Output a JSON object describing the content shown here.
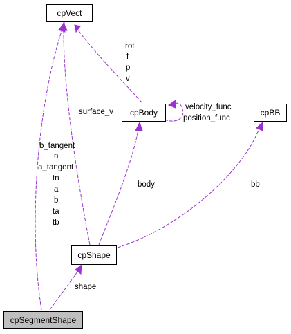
{
  "nodes": {
    "cpVect": "cpVect",
    "cpBody": "cpBody",
    "cpBB": "cpBB",
    "cpShape": "cpShape",
    "cpSegmentShape": "cpSegmentShape"
  },
  "edges": {
    "body_to_vect": [
      "rot",
      "f",
      "p",
      "v"
    ],
    "body_self": [
      "velocity_func",
      "position_func"
    ],
    "shape_to_vect": "surface_v",
    "shape_to_body": "body",
    "shape_to_bb": "bb",
    "segment_to_vect": [
      "b_tangent",
      "n",
      "a_tangent",
      "tn",
      "a",
      "b",
      "ta",
      "tb"
    ],
    "segment_to_shape": "shape"
  },
  "colors": {
    "edge": "#9a32cd",
    "highlight_node": "#bfbfbf"
  }
}
